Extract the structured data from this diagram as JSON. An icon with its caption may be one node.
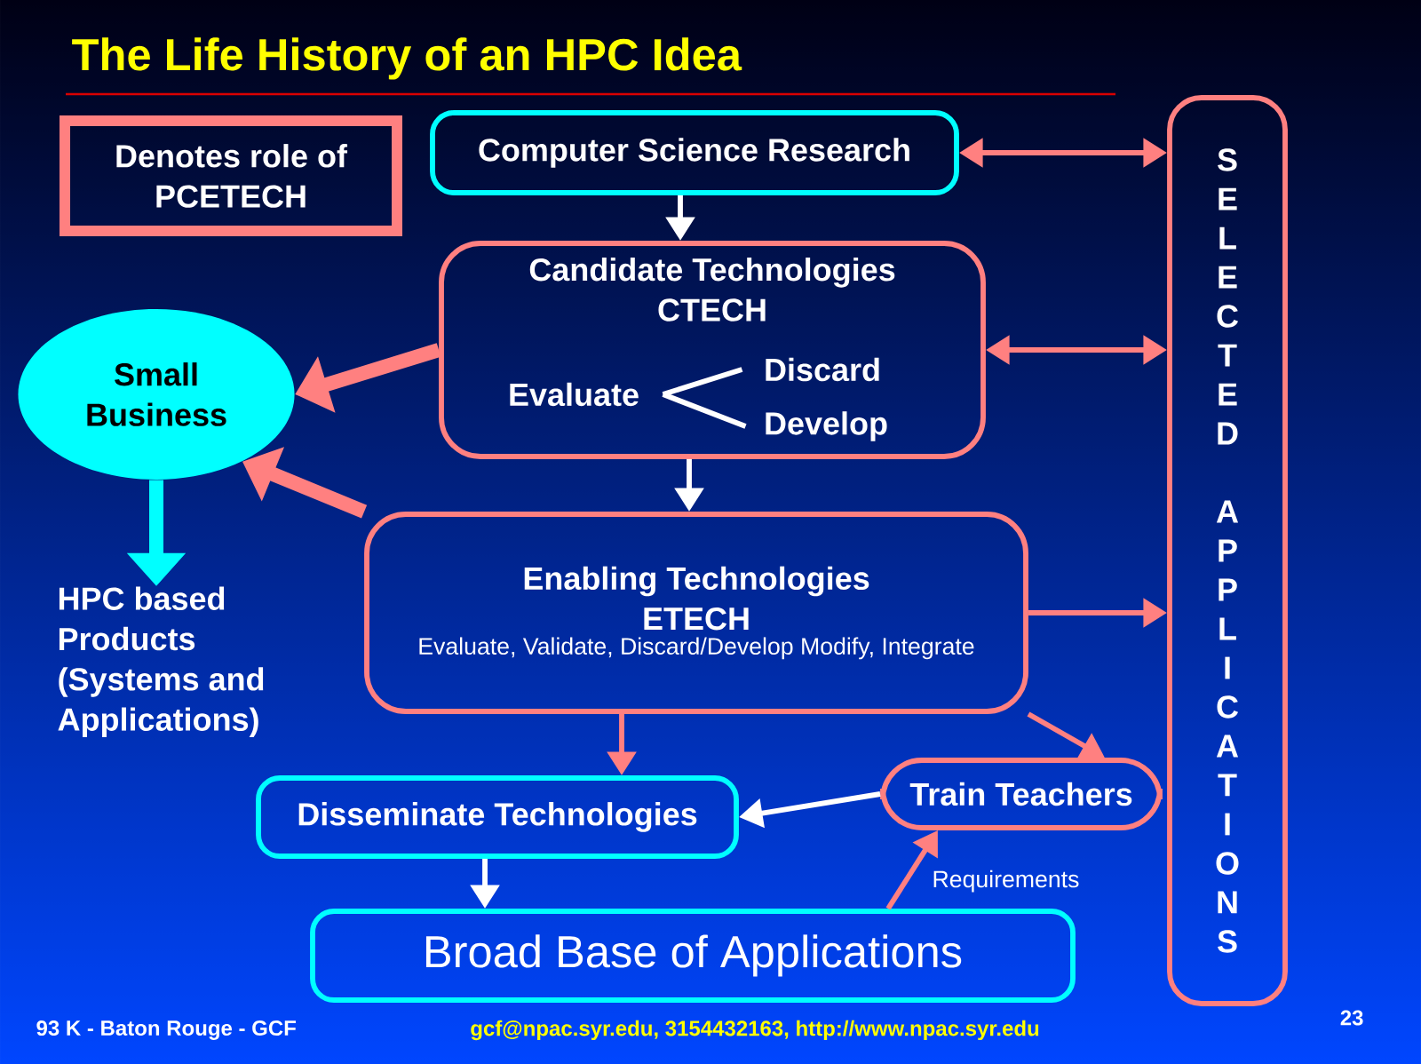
{
  "diagram": {
    "title": "The Life History of an HPC Idea",
    "nodes": [
      {
        "text": [
          "Denotes role of PCETECH"
        ]
      },
      {
        "text": [
          "Computer Science Research"
        ]
      },
      {
        "text": [
          "Candidate Technologies CTECH"
        ]
      },
      {
        "text": [
          "Evaluate"
        ],
        "in": 2
      },
      {
        "text": [
          "Discard"
        ],
        "in": 2
      },
      {
        "text": [
          "Develop"
        ],
        "in": 2
      },
      {
        "text": [
          "Small Business"
        ]
      },
      {
        "text": [
          "HPC based Products (Systems and Applications)"
        ]
      },
      {
        "text": [
          "Enabling Technologies ETECH",
          "Evaluate, Validate, Discard/Develop Modify, Integrate"
        ]
      },
      {
        "text": [
          "SELECTED",
          "APPLICATIONS"
        ]
      },
      {
        "text": [
          "Train Teachers"
        ]
      },
      {
        "text": [
          "Disseminate Technologies"
        ]
      },
      {
        "text": [
          "Broad Base of Applications"
        ]
      }
    ],
    "edges": [
      {
        "from": 1,
        "to": 9,
        "arrow": "both"
      },
      {
        "from": 1,
        "to": 2,
        "arrow": "to",
        "color": "#ffffff"
      },
      {
        "from": 2,
        "to": 6,
        "arrow": "to",
        "style": "thick"
      },
      {
        "from": 2,
        "to": 9,
        "arrow": "both"
      },
      {
        "from": 3,
        "to": 4,
        "arrow": "none",
        "color": "#ffffff"
      },
      {
        "from": 3,
        "to": 5,
        "arrow": "none",
        "color": "#ffffff"
      },
      {
        "from": 2,
        "to": 8,
        "arrow": "to",
        "color": "#ffffff"
      },
      {
        "from": 8,
        "to": 6,
        "arrow": "to",
        "style": "thick"
      },
      {
        "from": 6,
        "to": 7,
        "arrow": "to",
        "style": "thick",
        "color": "#00ffff"
      },
      {
        "from": 8,
        "to": 9,
        "arrow": "to"
      },
      {
        "from": 8,
        "to": 10,
        "arrow": "to"
      },
      {
        "from": 8,
        "to": 11,
        "arrow": "to"
      },
      {
        "from": 10,
        "to": 11,
        "arrow": "to",
        "color": "#ffffff"
      },
      {
        "from": 11,
        "to": 12,
        "arrow": "to",
        "color": "#ffffff"
      },
      {
        "from": 12,
        "to": 10,
        "arrow": "to",
        "label": "Requirements"
      }
    ],
    "labels": [
      "93 K - Baton Rouge - GCF",
      "gcf@npac.syr.edu, 3154432163, http://www.npac.syr.edu",
      "23"
    ]
  }
}
